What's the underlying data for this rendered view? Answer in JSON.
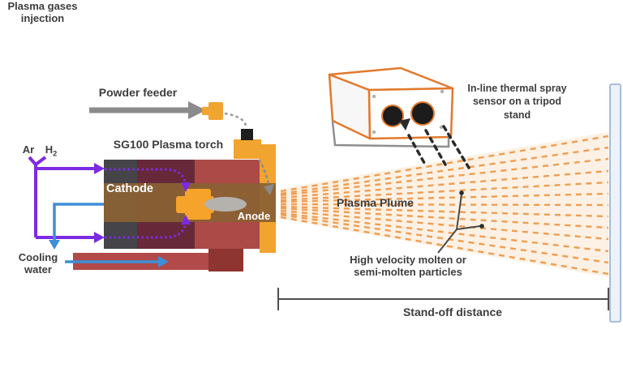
{
  "labels": {
    "plasma_gases_line1": "Plasma gases",
    "plasma_gases_line2": "injection",
    "gas_ar": "Ar",
    "gas_h2_base": "H",
    "gas_h2_sub": "2",
    "powder_feeder": "Powder feeder",
    "torch_title": "SG100 Plasma torch",
    "cathode": "Cathode",
    "anode": "Anode",
    "cooling_line1": "Cooling",
    "cooling_line2": "water",
    "plasma_plume": "Plasma Plume",
    "sensor_line1": "In-line thermal spray",
    "sensor_line2": "sensor on a tripod",
    "sensor_line3": "stand",
    "particles_line1": "High velocity molten or",
    "particles_line2": "semi-molten particles",
    "standoff": "Stand-off distance"
  },
  "colors": {
    "gas_arrow_purple": "#7c2be2",
    "water_arrow_blue": "#3d8fd8",
    "feeder_arrow_gray": "#8b8b8b",
    "torch_orange": "#f1a42f",
    "torch_dark_gray": "#454449",
    "torch_maroon": "#67293a",
    "torch_red": "#ab4a47",
    "torch_brown_band": "#8a6134",
    "cooling_pipe_red": "#b14a48",
    "plume_fill": "#fcefdf",
    "plume_dash_orange": "#ef9440",
    "sensor_outline_orange": "#e2792c",
    "substrate_fill": "#edf2fa",
    "substrate_border": "#a8bcd8",
    "text_gray": "#3d3d3d"
  }
}
